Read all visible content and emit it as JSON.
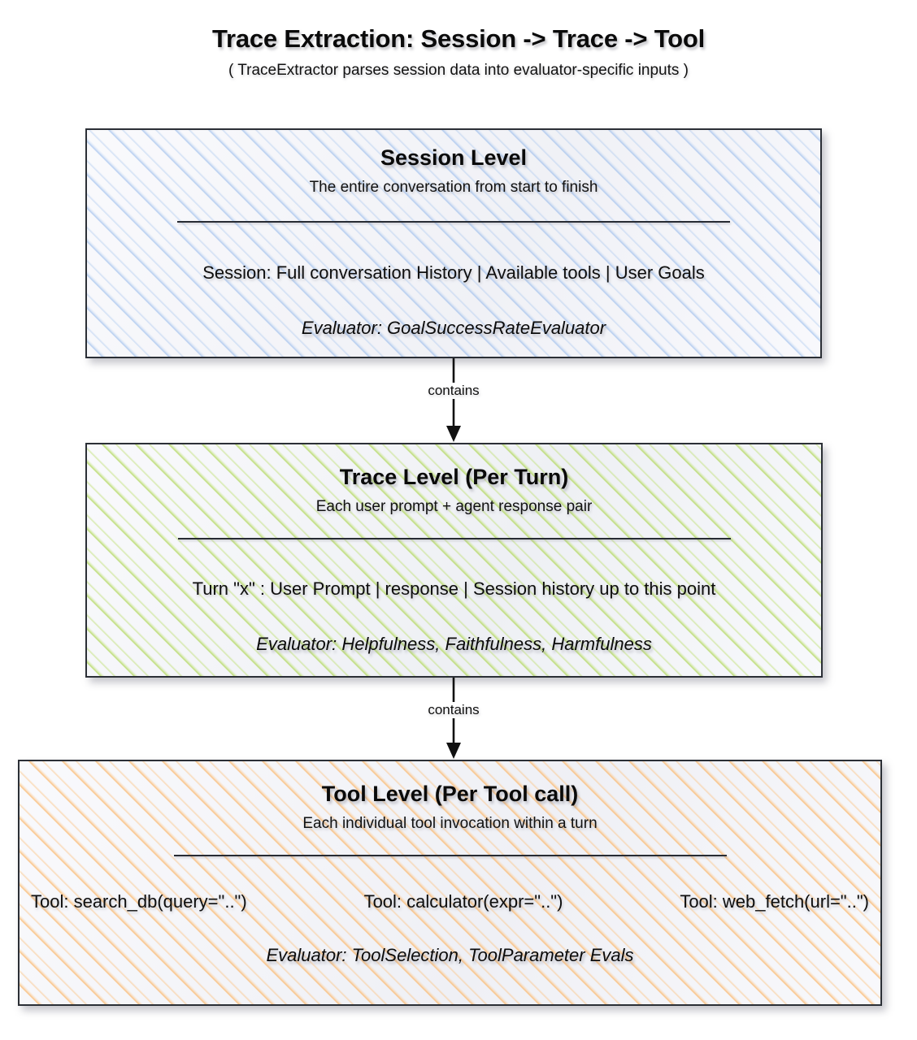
{
  "title": {
    "heading": "Trace Extraction: Session -> Trace -> Tool",
    "subtitle": "( TraceExtractor parses session data into evaluator-specific inputs )"
  },
  "levels": [
    {
      "id": "session",
      "heading": "Session Level",
      "subtitle": "The entire conversation from start to finish",
      "detail": "Session: Full conversation History | Available tools | User Goals",
      "evaluator": "Evaluator: GoalSuccessRateEvaluator",
      "accent": "#8bb2e9",
      "fill": "#eef3fb"
    },
    {
      "id": "trace",
      "heading": "Trace Level (Per Turn)",
      "subtitle": "Each user prompt + agent response pair",
      "detail": "Turn \"x\" : User Prompt | response | Session history up to this point",
      "evaluator": "Evaluator: Helpfulness, Faithfulness, Harmfulness",
      "accent": "#afd658",
      "fill": "#f0f5e4"
    },
    {
      "id": "tool",
      "heading": "Tool Level (Per Tool call)",
      "subtitle": "Each individual tool invocation within a turn",
      "tools": [
        "Tool: search_db(query=\"..\")",
        "Tool: calculator(expr=\"..\")",
        "Tool: web_fetch(url=\"..\")"
      ],
      "evaluator": "Evaluator: ToolSelection, ToolParameter Evals",
      "accent": "#fab76c",
      "fill": "#fdf0e4"
    }
  ],
  "connectors": [
    {
      "id": "session-to-trace",
      "label": "contains"
    },
    {
      "id": "trace-to-tool",
      "label": "contains"
    }
  ],
  "colors": {
    "border": "#2b2f36",
    "text": "#111111",
    "background": "#ffffff"
  }
}
